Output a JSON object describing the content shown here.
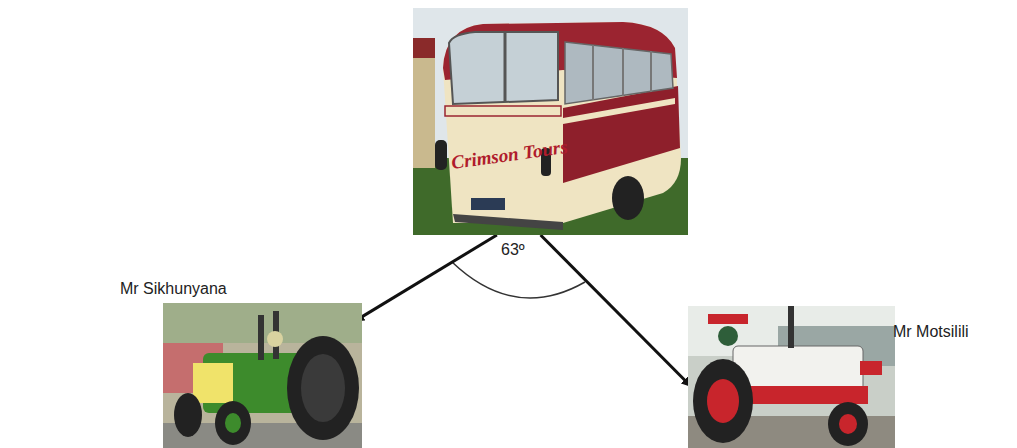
{
  "diagram": {
    "nodes": [
      {
        "text": [
          "Crimson Tours"
        ]
      },
      {
        "text": [
          "Mr Sikhunyana"
        ]
      },
      {
        "text": [
          "Mr Motsilili"
        ]
      }
    ],
    "edges": [
      {
        "from": 0,
        "to": 1,
        "arrow": "to"
      },
      {
        "from": 0,
        "to": 2,
        "arrow": "to"
      }
    ],
    "labels": [
      "63º"
    ]
  }
}
